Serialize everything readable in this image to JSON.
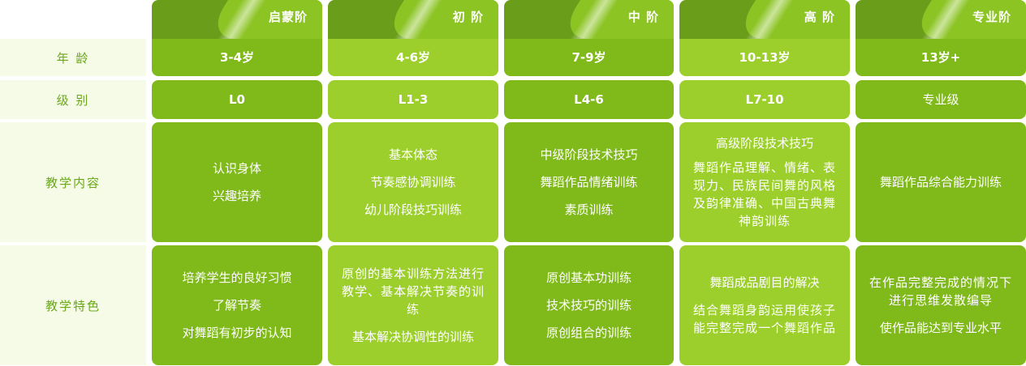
{
  "stages": [
    {
      "label": "启蒙阶",
      "shade": "dark"
    },
    {
      "label": "初 阶",
      "shade": "light"
    },
    {
      "label": "中 阶",
      "shade": "dark"
    },
    {
      "label": "高 阶",
      "shade": "light"
    },
    {
      "label": "专业阶",
      "shade": "dark"
    }
  ],
  "rows": {
    "age": {
      "label": "年 龄",
      "values": [
        "3-4岁",
        "4-6岁",
        "7-9岁",
        "10-13岁",
        "13岁+"
      ]
    },
    "level": {
      "label": "级 别",
      "values": [
        "L0",
        "L1-3",
        "L4-6",
        "L7-10",
        "专业级"
      ]
    },
    "content": {
      "label": "教学内容",
      "values": [
        [
          "认识身体",
          "兴趣培养"
        ],
        [
          "基本体态",
          "节奏感协调训练",
          "幼儿阶段技巧训练"
        ],
        [
          "中级阶段技术技巧",
          "舞蹈作品情绪训练",
          "素质训练"
        ],
        [
          "高级阶段技术技巧",
          "舞蹈作品理解、情绪、表现力、民族民间舞的风格及韵律准确、中国古典舞神韵训练"
        ],
        [
          "舞蹈作品综合能力训练"
        ]
      ]
    },
    "feature": {
      "label": "教学特色",
      "values": [
        [
          "培养学生的良好习惯",
          "了解节奏",
          "对舞蹈有初步的认知"
        ],
        [
          "原创的基本训练方法进行教学、基本解决节奏的训练",
          "基本解决协调性的训练"
        ],
        [
          "原创基本功训练",
          "技术技巧的训练",
          "原创组合的训练"
        ],
        [
          "舞蹈成品剧目的解决",
          "结合舞蹈身韵运用使孩子能完整完成一个舞蹈作品"
        ],
        [
          "在作品完整完成的情况下进行思维发散编导",
          "使作品能达到专业水平"
        ]
      ]
    }
  },
  "colors": {
    "dark": "#80b91a",
    "light": "#9ccf2c",
    "tab_dark": "#6a9e1a",
    "tab_light": "#8cc424",
    "label_bg": "#f6fbe8",
    "label_text": "#6aa81a"
  }
}
